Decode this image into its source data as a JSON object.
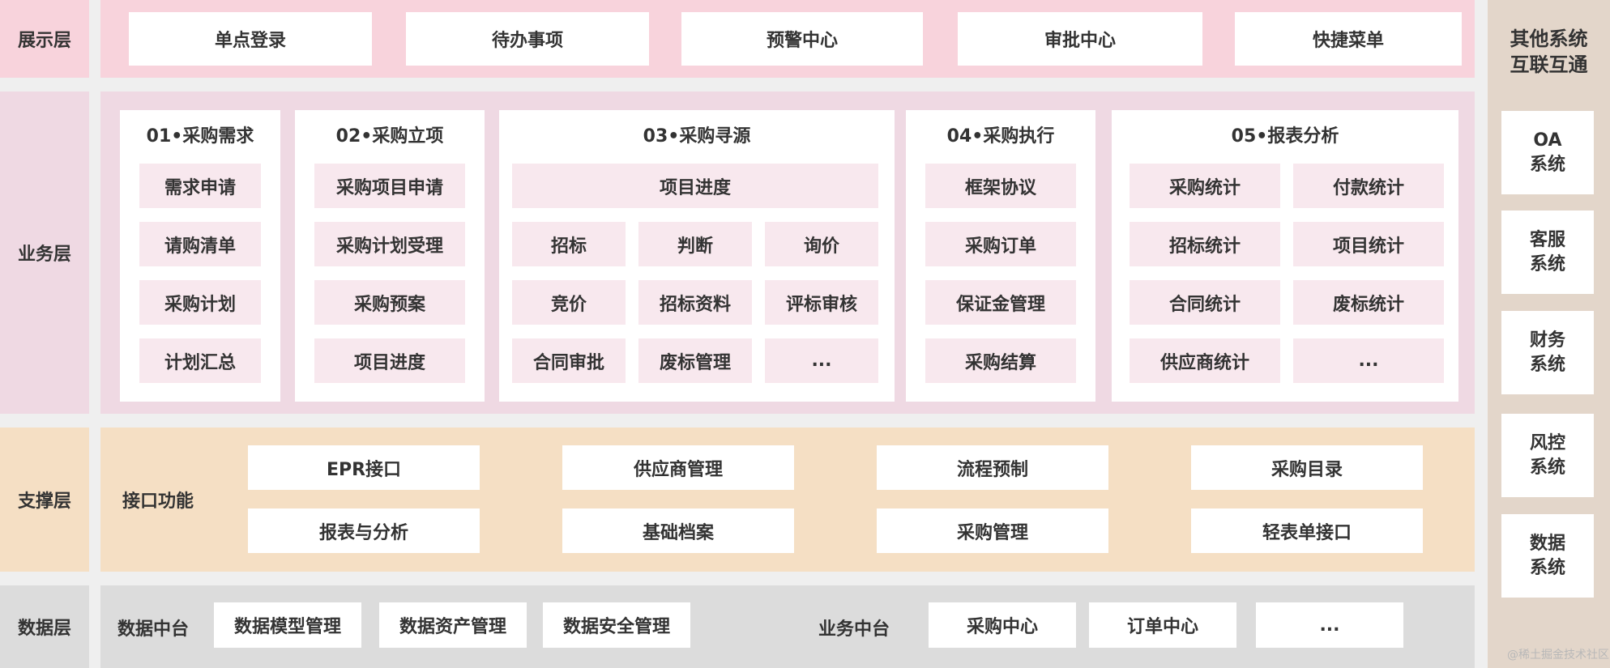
{
  "layers": {
    "presentation": "展示层",
    "business": "业务层",
    "support": "支撑层",
    "data": "数据层"
  },
  "presentation_items": [
    "单点登录",
    "待办事项",
    "预警中心",
    "审批中心",
    "快捷菜单"
  ],
  "business_modules": {
    "m1": {
      "title": "01•采购需求",
      "items": [
        "需求申请",
        "请购清单",
        "采购计划",
        "计划汇总"
      ]
    },
    "m2": {
      "title": "02•采购立项",
      "items": [
        "采购项目申请",
        "采购计划受理",
        "采购预案",
        "项目进度"
      ]
    },
    "m3": {
      "title": "03•采购寻源",
      "top": "项目进度",
      "items": [
        "招标",
        "判断",
        "询价",
        "竞价",
        "招标资料",
        "评标审核",
        "合同审批",
        "废标管理",
        "..."
      ]
    },
    "m4": {
      "title": "04•采购执行",
      "items": [
        "框架协议",
        "采购订单",
        "保证金管理",
        "采购结算"
      ]
    },
    "m5": {
      "title": "05•报表分析",
      "items": [
        "采购统计",
        "付款统计",
        "招标统计",
        "项目统计",
        "合同统计",
        "废标统计",
        "供应商统计",
        "..."
      ]
    }
  },
  "support": {
    "label": "接口功能",
    "items": [
      "EPR接口",
      "供应商管理",
      "流程预制",
      "采购目录",
      "报表与分析",
      "基础档案",
      "采购管理",
      "轻表单接口"
    ]
  },
  "data": {
    "label1": "数据中台",
    "items1": [
      "数据模型管理",
      "数据资产管理",
      "数据安全管理"
    ],
    "label2": "业务中台",
    "items2": [
      "采购中心",
      "订单中心",
      "..."
    ]
  },
  "other_systems": {
    "title_line1": "其他系统",
    "title_line2": "互联互通",
    "systems": [
      [
        "OA",
        "系统"
      ],
      [
        "客服",
        "系统"
      ],
      [
        "财务",
        "系统"
      ],
      [
        "风控",
        "系统"
      ],
      [
        "数据",
        "系统"
      ]
    ]
  },
  "watermark": "@稀土掘金技术社区",
  "colors": {
    "presentation_bg": "#f8d3dc",
    "business_bg": "#efd9e3",
    "support_bg": "#f5dfc4",
    "data_bg": "#dcdcdc",
    "other_bg": "#e3d6ca",
    "cell_pink": "#f8e8ee"
  }
}
